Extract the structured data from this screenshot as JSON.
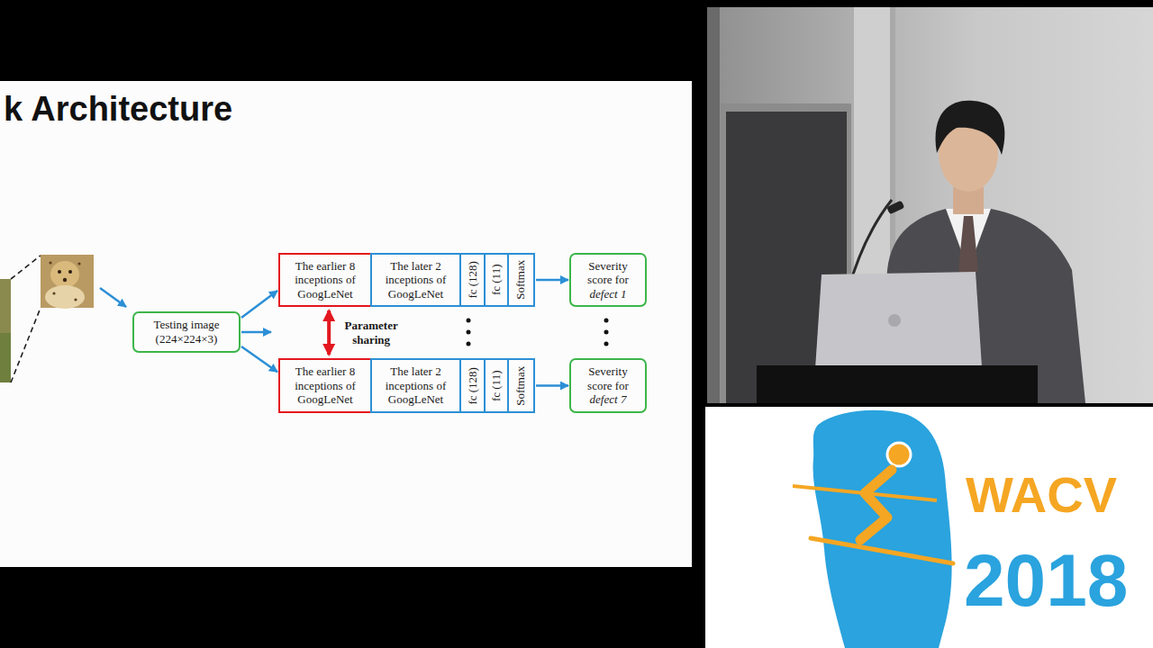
{
  "diagram": {
    "title": "k Architecture",
    "nodes": [
      {
        "text": [
          "Testing image (224×224×3)"
        ]
      },
      {
        "text": [
          "The earlier 8 inceptions of GoogLeNet"
        ]
      },
      {
        "text": [
          "The later 2 inceptions of GoogLeNet"
        ]
      },
      {
        "text": [
          "fc (128)"
        ]
      },
      {
        "text": [
          "fc (11)"
        ]
      },
      {
        "text": [
          "Softmax"
        ]
      },
      {
        "text": [
          "Severity score for defect 1"
        ]
      },
      {
        "text": [
          "The earlier 8 inceptions of GoogLeNet"
        ]
      },
      {
        "text": [
          "The later 2 inceptions of GoogLeNet"
        ]
      },
      {
        "text": [
          "fc (128)"
        ]
      },
      {
        "text": [
          "fc (11)"
        ]
      },
      {
        "text": [
          "Softmax"
        ]
      },
      {
        "text": [
          "Severity score for defect 7"
        ]
      }
    ],
    "edges": [
      {
        "from": 0,
        "to": 1,
        "arrow": "to"
      },
      {
        "from": 0,
        "to": 7,
        "arrow": "to"
      },
      {
        "from": 1,
        "to": 7,
        "arrow": "both",
        "label": "Parameter sharing"
      },
      {
        "from": 5,
        "to": 6,
        "arrow": "to"
      },
      {
        "from": 11,
        "to": 12,
        "arrow": "to"
      }
    ],
    "labels": [
      "WACV",
      "2018"
    ]
  }
}
